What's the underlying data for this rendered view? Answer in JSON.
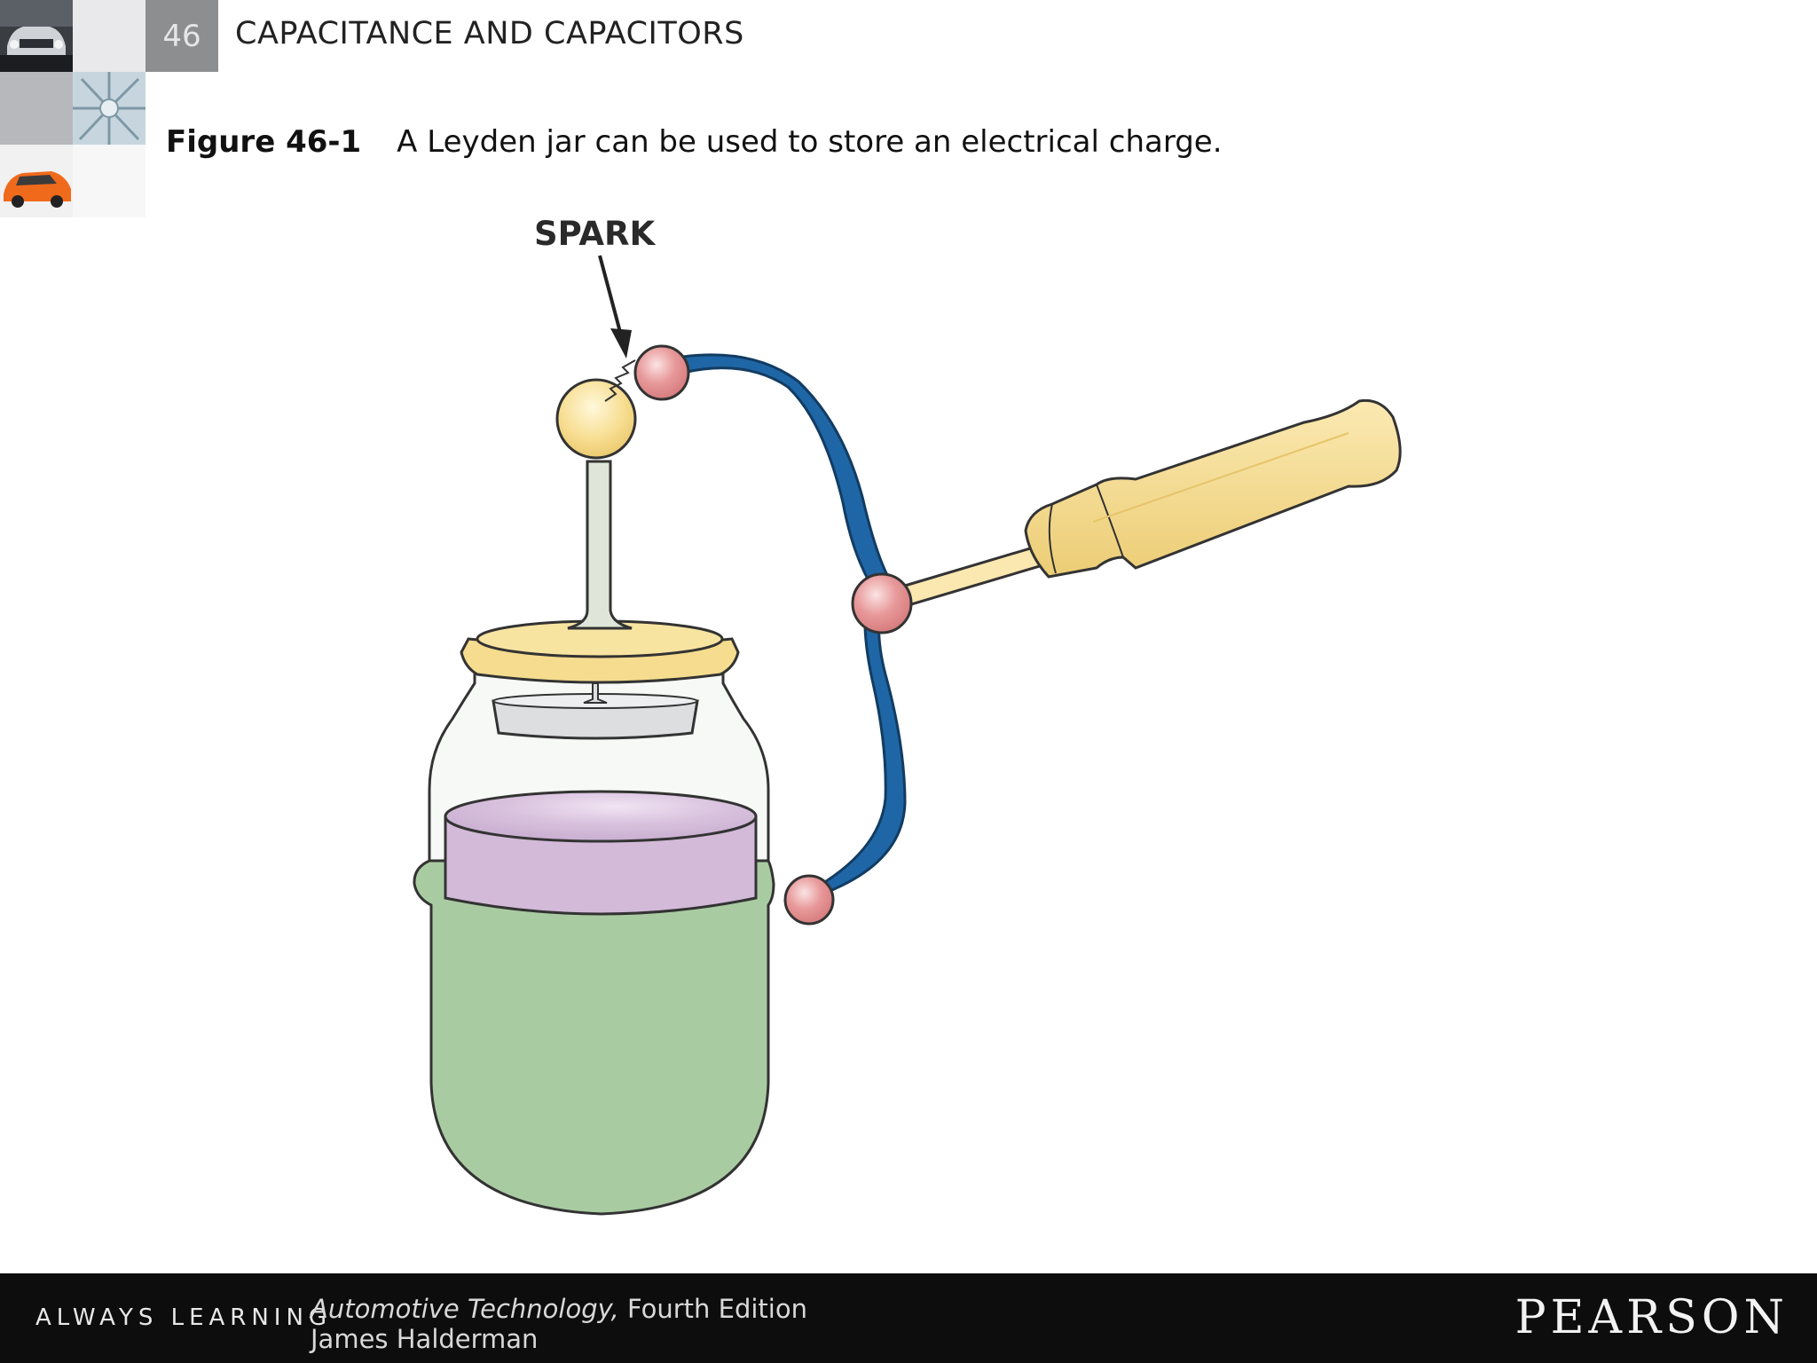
{
  "header": {
    "chapter_number": "46",
    "chapter_title": "CAPACITANCE AND CAPACITORS"
  },
  "caption": {
    "label": "Figure 46-1",
    "text": "A Leyden jar can be used to store an electrical charge."
  },
  "diagram": {
    "spark_label": "SPARK",
    "colors": {
      "jar_outer": "#a9cba2",
      "jar_liquid": "#d2bad8",
      "lid": "#f5dc8e",
      "wire": "#1f66a6",
      "ball": "#e4898a",
      "handle": "#f4d886"
    }
  },
  "footer": {
    "tagline": "ALWAYS LEARNING",
    "book_title": "Automotive Technology,",
    "edition": "Fourth Edition",
    "author": "James Halderman",
    "publisher": "PEARSON"
  }
}
